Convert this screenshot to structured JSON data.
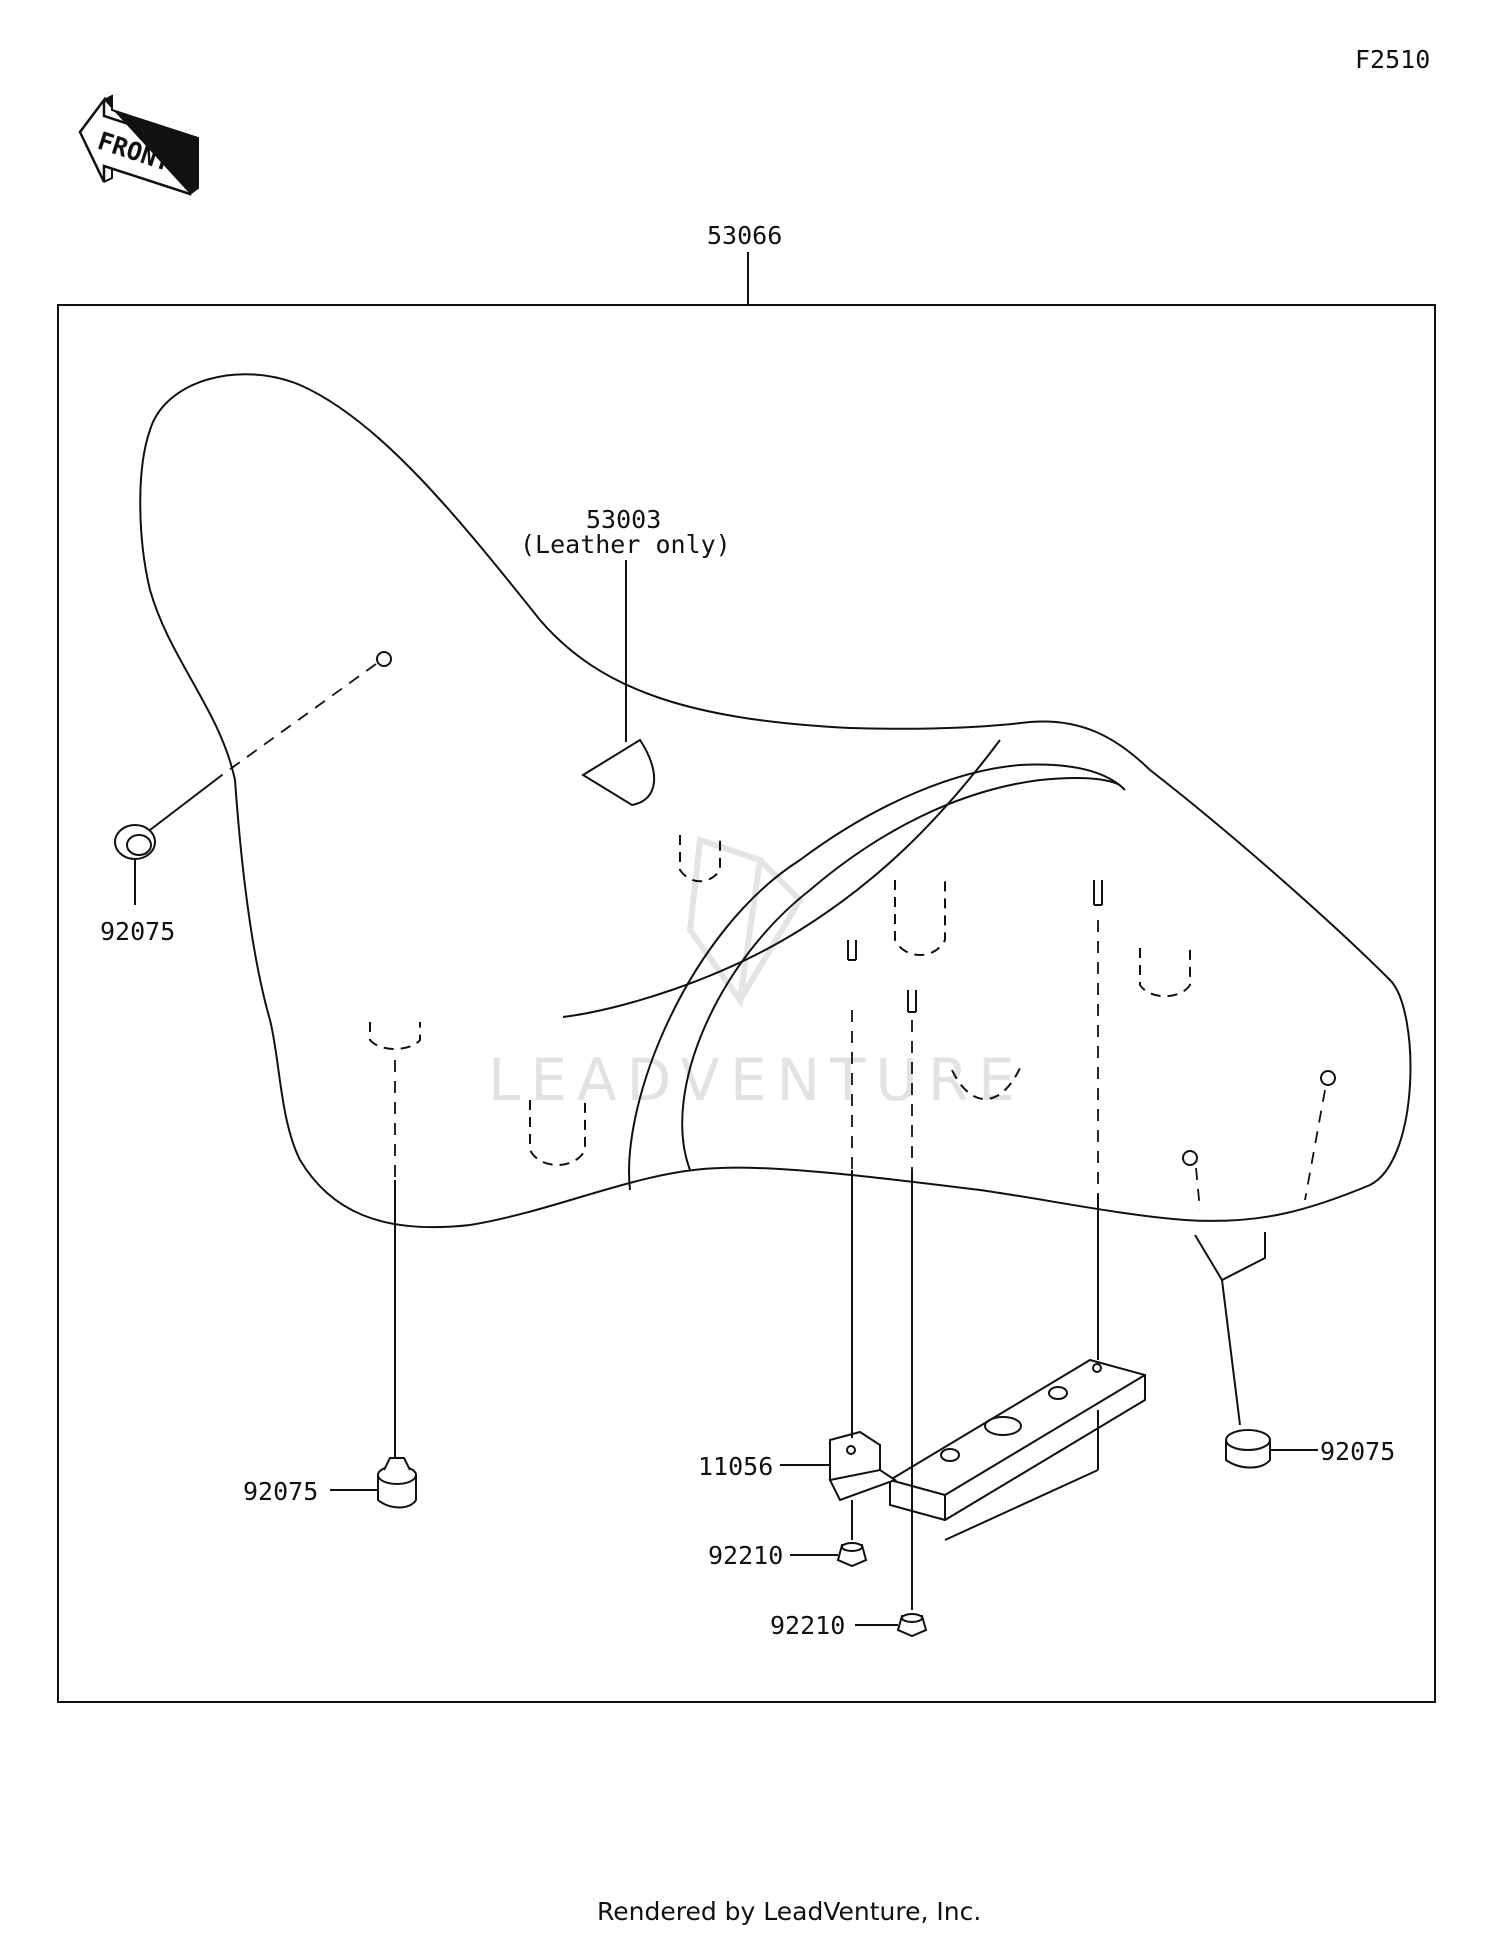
{
  "figure_code": "F2510",
  "front_arrow": {
    "text": "FRONT",
    "icon": "front-direction-arrow-icon"
  },
  "assembly": {
    "part_number": "53066"
  },
  "callouts": {
    "seat_cover": {
      "part_number": "53003",
      "note": "(Leather only)"
    },
    "bumper_left": {
      "part_number": "92075"
    },
    "bumper_bottom": {
      "part_number": "92075"
    },
    "bumper_right": {
      "part_number": "92075"
    },
    "bracket": {
      "part_number": "11056"
    },
    "nut_upper": {
      "part_number": "92210"
    },
    "nut_lower": {
      "part_number": "92210"
    }
  },
  "watermark": "LEADVENTURE",
  "footer": "Rendered by LeadVenture, Inc."
}
